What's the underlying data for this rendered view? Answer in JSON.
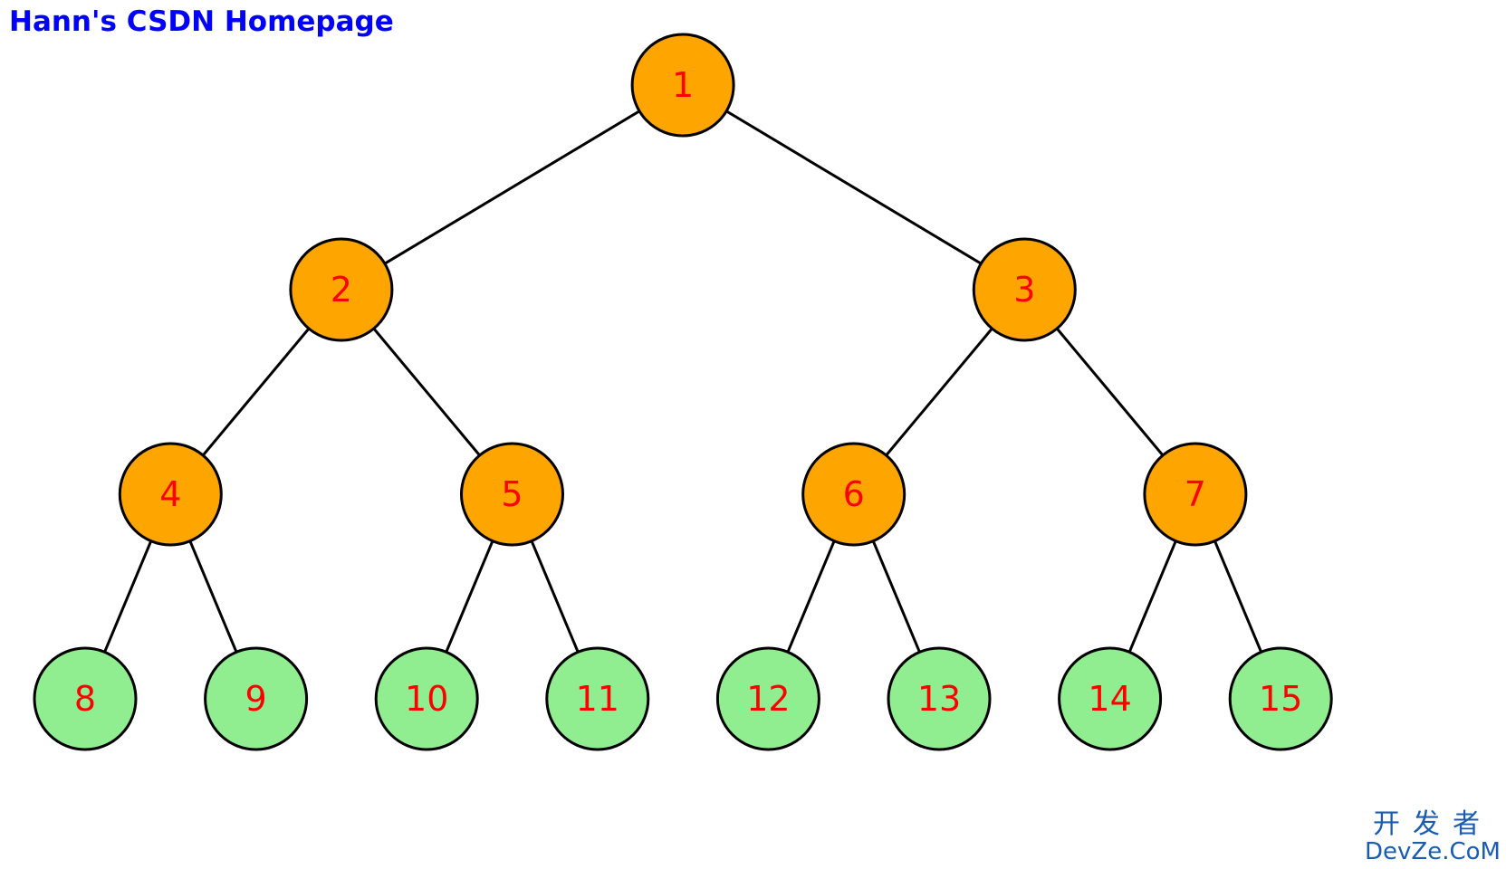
{
  "header": {
    "title": "Hann's CSDN Homepage"
  },
  "tree": {
    "colors": {
      "internal_fill": "#FFA500",
      "leaf_fill": "#90EE90",
      "stroke": "#000000",
      "label": "#FF0000"
    },
    "levels": [
      [
        "1"
      ],
      [
        "2",
        "3"
      ],
      [
        "4",
        "5",
        "6",
        "7"
      ],
      [
        "8",
        "9",
        "10",
        "11",
        "12",
        "13",
        "14",
        "15"
      ]
    ]
  },
  "watermark": {
    "line1": "开发者",
    "line2": "DevZe.CoM"
  }
}
